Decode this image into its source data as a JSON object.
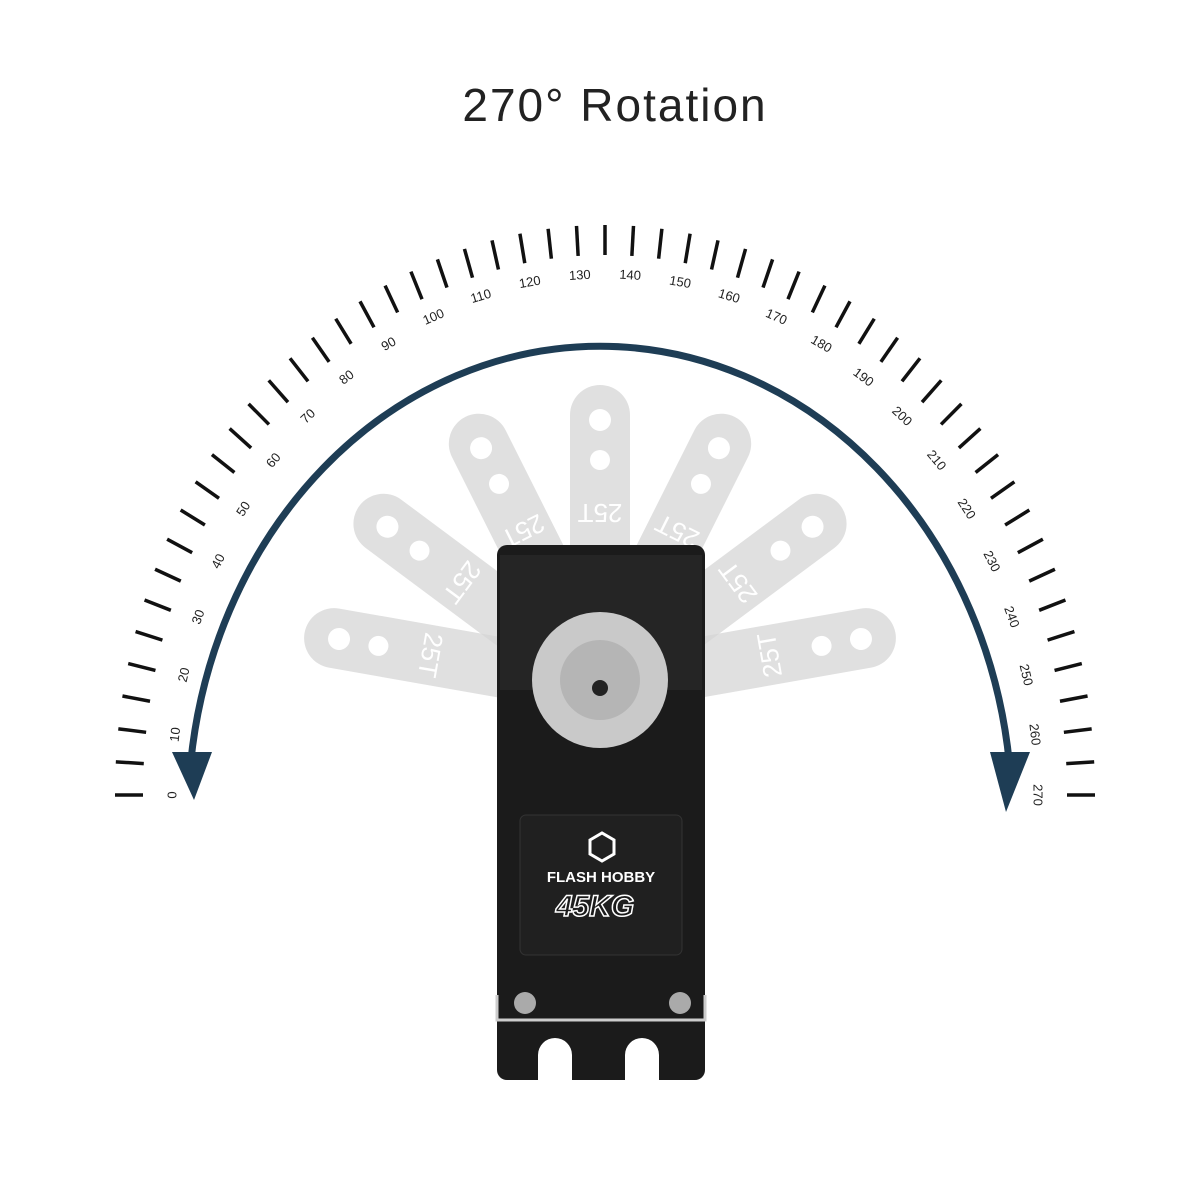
{
  "title": "270° Rotation",
  "scale": {
    "min": 0,
    "max": 270,
    "tick_step": 5,
    "label_step": 10,
    "labels": [
      "0",
      "10",
      "20",
      "30",
      "40",
      "50",
      "60",
      "70",
      "80",
      "90",
      "100",
      "110",
      "120",
      "130",
      "140",
      "150",
      "160",
      "170",
      "180",
      "190",
      "200",
      "210",
      "220",
      "230",
      "240",
      "250",
      "260",
      "270"
    ]
  },
  "servo": {
    "brand": "FLASH HOBBY",
    "torque": "45KG",
    "horn_label": "25T",
    "horn_positions": 7
  },
  "colors": {
    "arc": "#1e3d55",
    "tick": "#111111",
    "body": "#1b1b1b",
    "horn": "#d6d6d6"
  }
}
